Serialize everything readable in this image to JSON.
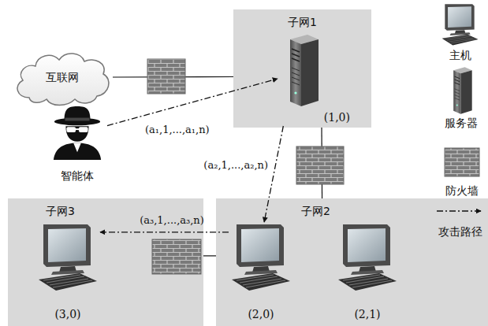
{
  "diagram": {
    "nodes": [
      {
        "text": [
          "互联网"
        ]
      },
      {
        "text": [
          "智能体"
        ]
      },
      {
        "text": [
          "子网1"
        ]
      },
      {
        "text": [
          "(1,0)"
        ],
        "in": 2
      },
      {
        "text": [
          "子网2"
        ]
      },
      {
        "text": [
          "(2,0)"
        ],
        "in": 4
      },
      {
        "text": [
          "(2,1)"
        ],
        "in": 4
      },
      {
        "text": [
          "子网3"
        ]
      },
      {
        "text": [
          "(3,0)"
        ],
        "in": 7
      }
    ],
    "edges": [
      {
        "from": 1,
        "to": 3,
        "arrow": "to",
        "label": "(a₁,1,...,a₁,n)"
      },
      {
        "from": 3,
        "to": 5,
        "arrow": "to",
        "label": "(a₂,1,...,a₂,n)"
      },
      {
        "from": 5,
        "to": 8,
        "arrow": "to",
        "label": "(a₃,1,...,a₃,n)"
      },
      {
        "from": 0,
        "to": 2,
        "arrow": "none"
      },
      {
        "from": 2,
        "to": 4,
        "arrow": "none"
      },
      {
        "from": 7,
        "to": 4,
        "arrow": "none"
      }
    ],
    "legend": [
      {
        "text": "主机"
      },
      {
        "text": "服务器"
      },
      {
        "text": "防火墙"
      },
      {
        "text": "攻击路径"
      }
    ]
  }
}
